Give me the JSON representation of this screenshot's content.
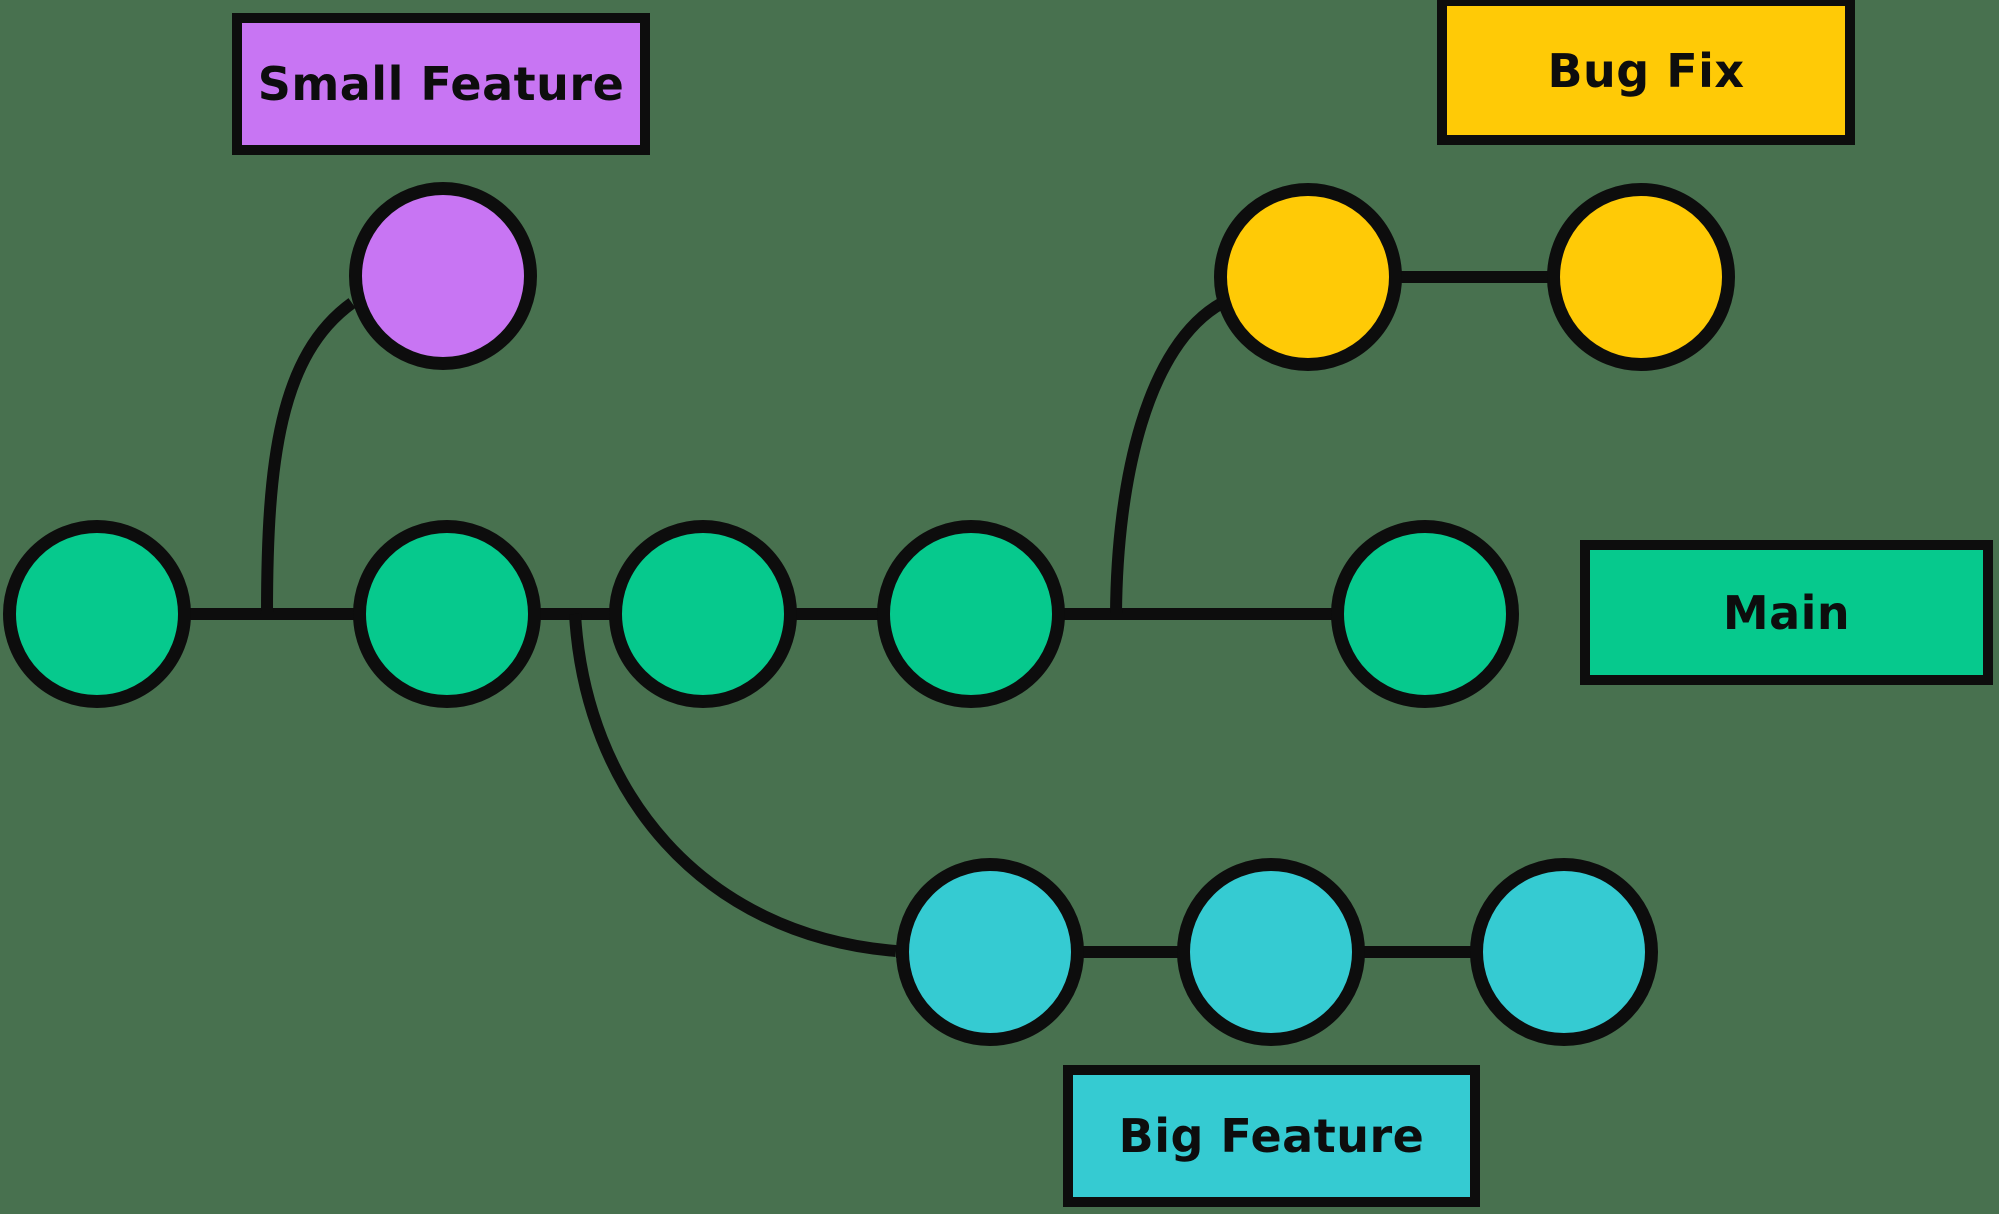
{
  "diagram": {
    "kind": "git-branching-diagram",
    "background_color": "#48714F",
    "edge_color": "#0d0d0d",
    "branches": [
      {
        "name": "Main",
        "color": "#06C98D",
        "commit_count": 5
      },
      {
        "name": "Small Feature",
        "color": "#C875F3",
        "commit_count": 1
      },
      {
        "name": "Bug Fix",
        "color": "#FFCA06",
        "commit_count": 2
      },
      {
        "name": "Big Feature",
        "color": "#35CBD2",
        "commit_count": 3
      }
    ]
  }
}
